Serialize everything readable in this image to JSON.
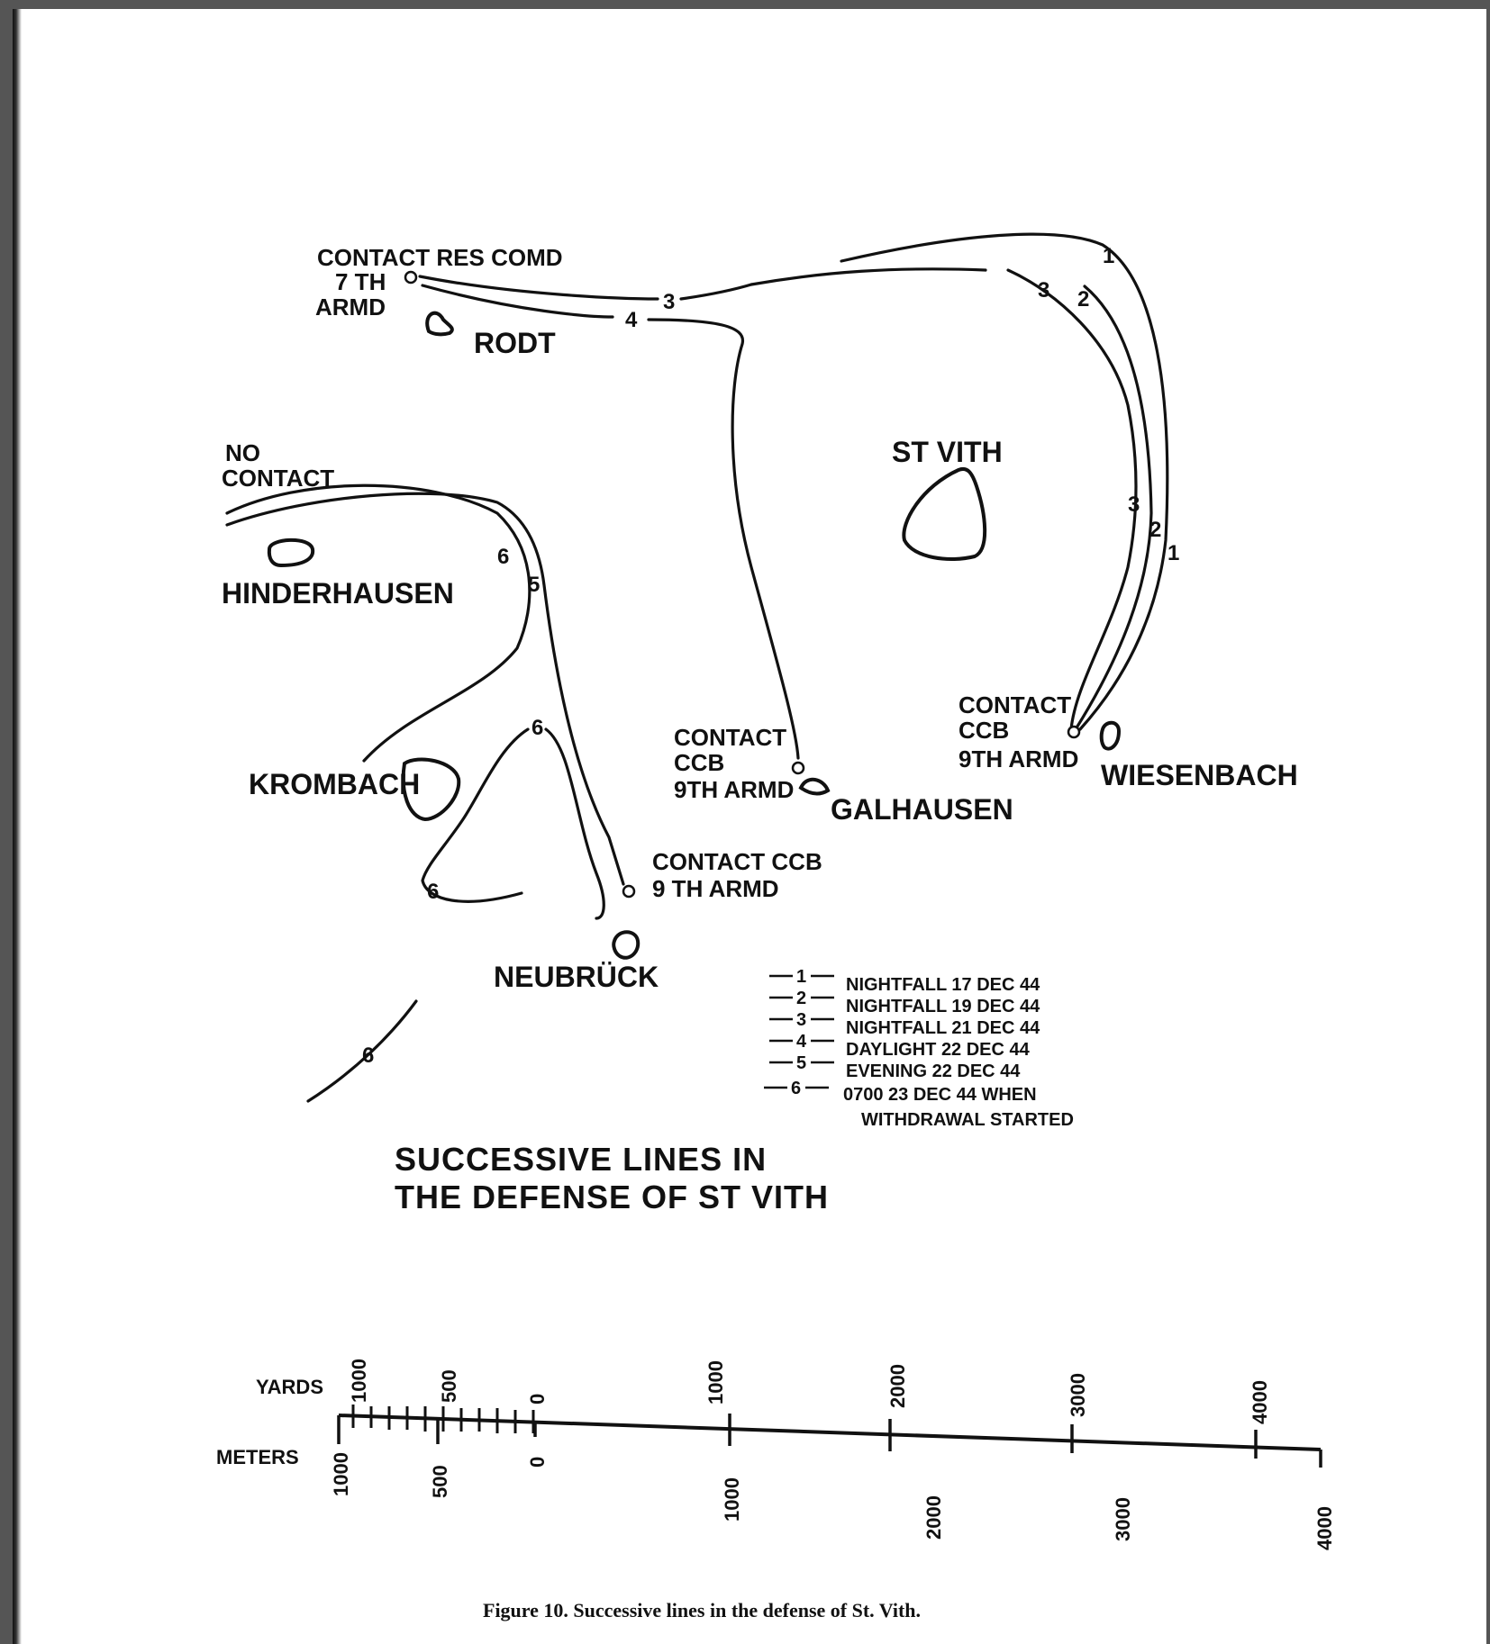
{
  "map": {
    "towns": {
      "rodt": "RODT",
      "st_vith": "ST VITH",
      "hinderhausen": "HINDERHAUSEN",
      "krombach": "KROMBACH",
      "galhausen": "GALHAUSEN",
      "wiesenbach": "WIESENBACH",
      "neubruck": "NEUBRÜCK"
    },
    "annotations": {
      "contact_res_comd": [
        "CONTACT  RES COMD",
        "7 TH",
        "ARMD"
      ],
      "no_contact": [
        "NO",
        "CONTACT"
      ],
      "contact_ccb_galhausen": [
        "CONTACT",
        "CCB",
        "9TH ARMD"
      ],
      "contact_ccb_wiesenbach": [
        "CONTACT",
        "CCB",
        "9TH ARMD"
      ],
      "contact_ccb_neubruck": [
        "CONTACT  CCB",
        "9 TH  ARMD"
      ]
    },
    "line_numbers": {
      "one": "1",
      "two": "2",
      "three": "3",
      "four": "4",
      "five": "5",
      "six": "6"
    },
    "legend": [
      {
        "num": "1",
        "label": "NIGHTFALL  17  DEC  44"
      },
      {
        "num": "2",
        "label": "NIGHTFALL  19  DEC  44"
      },
      {
        "num": "3",
        "label": "NIGHTFALL  21  DEC  44"
      },
      {
        "num": "4",
        "label": "DAYLIGHT   22 DEC  44"
      },
      {
        "num": "5",
        "label": "EVENING    22 DEC  44"
      },
      {
        "num": "6",
        "label": "0700  23 DEC  44  WHEN",
        "label2": "WITHDRAWAL  STARTED"
      }
    ],
    "title": [
      "SUCCESSIVE  LINES  IN",
      "THE  DEFENSE  OF  ST VITH"
    ]
  },
  "scale_bar": {
    "yards_label": "YARDS",
    "meters_label": "METERS",
    "yards_ticks": [
      "1000",
      "500",
      "0",
      "1000",
      "2000",
      "3000",
      "4000"
    ],
    "meters_ticks": [
      "1000",
      "500",
      "0",
      "1000",
      "2000",
      "3000",
      "4000"
    ]
  },
  "caption": "Figure 10.  Successive lines in the defense of St. Vith."
}
